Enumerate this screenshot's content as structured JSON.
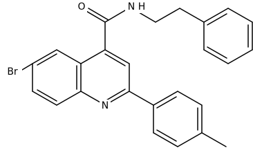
{
  "structure": {
    "atoms": {
      "br": "Br",
      "oxygen": "O",
      "amide_n": "N",
      "amide_h": "H",
      "ring_n": "N"
    }
  }
}
